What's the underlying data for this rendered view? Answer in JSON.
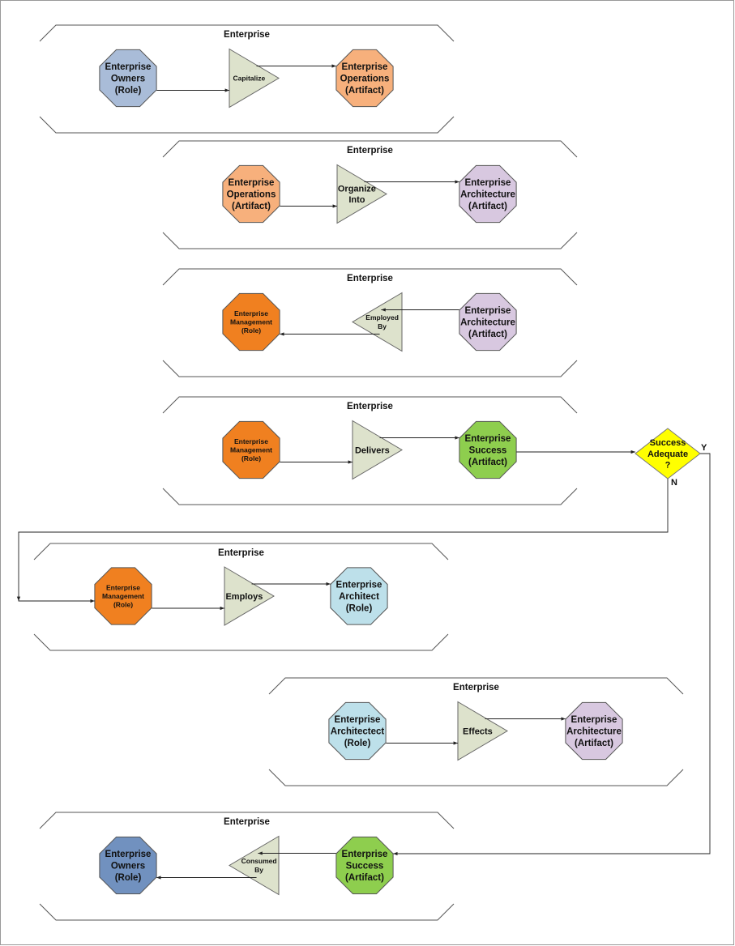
{
  "colors": {
    "owners_light": "#a9bcd8",
    "owners_dark": "#7191bf",
    "operations": "#f7b07c",
    "architecture": "#d8c8e0",
    "management": "#f08020",
    "success": "#8ece4e",
    "architect": "#bde0ea",
    "process": "#dde2cc",
    "decision": "#ffff00"
  },
  "enterprise_label": "Enterprise",
  "panels": [
    {
      "title": "Enterprise",
      "left": {
        "lines": [
          "Enterprise",
          "Owners",
          "(Role)"
        ],
        "color": "owners_light"
      },
      "process": {
        "lines": [
          "Capitalize"
        ],
        "dir": "right"
      },
      "right": {
        "lines": [
          "Enterprise",
          "Operations",
          "(Artifact)"
        ],
        "color": "operations"
      }
    },
    {
      "title": "Enterprise",
      "left": {
        "lines": [
          "Enterprise",
          "Operations",
          "(Artifact)"
        ],
        "color": "operations"
      },
      "process": {
        "lines": [
          "Organize",
          "Into"
        ],
        "dir": "right"
      },
      "right": {
        "lines": [
          "Enterprise",
          "Architecture",
          "(Artifact)"
        ],
        "color": "architecture"
      }
    },
    {
      "title": "Enterprise",
      "left": {
        "lines": [
          "Enterprise",
          "Management",
          "(Role)"
        ],
        "color": "management"
      },
      "process": {
        "lines": [
          "Employed",
          "By"
        ],
        "dir": "left"
      },
      "right": {
        "lines": [
          "Enterprise",
          "Architecture",
          "(Artifact)"
        ],
        "color": "architecture"
      }
    },
    {
      "title": "Enterprise",
      "left": {
        "lines": [
          "Enterprise",
          "Management",
          "(Role)"
        ],
        "color": "management"
      },
      "process": {
        "lines": [
          "Delivers"
        ],
        "dir": "right"
      },
      "right": {
        "lines": [
          "Enterprise",
          "Success",
          "(Artifact)"
        ],
        "color": "success"
      }
    },
    {
      "title": "Enterprise",
      "left": {
        "lines": [
          "Enterprise",
          "Management",
          "(Role)"
        ],
        "color": "management"
      },
      "process": {
        "lines": [
          "Employs"
        ],
        "dir": "right"
      },
      "right": {
        "lines": [
          "Enterprise",
          "Architect",
          "(Role)"
        ],
        "color": "architect"
      }
    },
    {
      "title": "Enterprise",
      "left": {
        "lines": [
          "Enterprise",
          "Architectect",
          "(Role)"
        ],
        "color": "architect"
      },
      "process": {
        "lines": [
          "Effects"
        ],
        "dir": "right"
      },
      "right": {
        "lines": [
          "Enterprise",
          "Architecture",
          "(Artifact)"
        ],
        "color": "architecture"
      }
    },
    {
      "title": "Enterprise",
      "left": {
        "lines": [
          "Enterprise",
          "Owners",
          "(Role)"
        ],
        "color": "owners_dark"
      },
      "process": {
        "lines": [
          "Consumed",
          "By"
        ],
        "dir": "left"
      },
      "right": {
        "lines": [
          "Enterprise",
          "Success",
          "(Artifact)"
        ],
        "color": "success"
      }
    }
  ],
  "decision": {
    "lines": [
      "Success",
      "Adequate",
      "?"
    ],
    "yes_label": "Y",
    "no_label": "N"
  }
}
